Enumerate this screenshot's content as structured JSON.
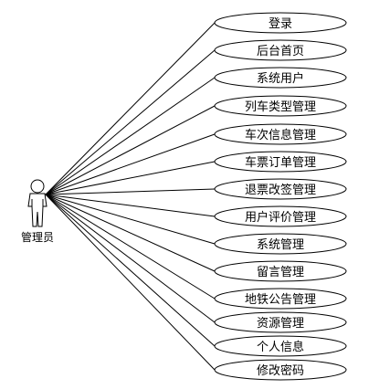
{
  "actor": {
    "label": "管理员"
  },
  "use_cases": [
    {
      "label": "登录"
    },
    {
      "label": "后台首页"
    },
    {
      "label": "系统用户"
    },
    {
      "label": "列车类型管理"
    },
    {
      "label": "车次信息管理"
    },
    {
      "label": "车票订单管理"
    },
    {
      "label": "退票改签管理"
    },
    {
      "label": "用户评价管理"
    },
    {
      "label": "系统管理"
    },
    {
      "label": "留言管理"
    },
    {
      "label": "地铁公告管理"
    },
    {
      "label": "资源管理"
    },
    {
      "label": "个人信息"
    },
    {
      "label": "修改密码"
    }
  ],
  "colors": {
    "stroke": "#000000",
    "ellipse_fill": "#ffffff",
    "actor_fill": "#ffffff",
    "text": "#000000"
  }
}
